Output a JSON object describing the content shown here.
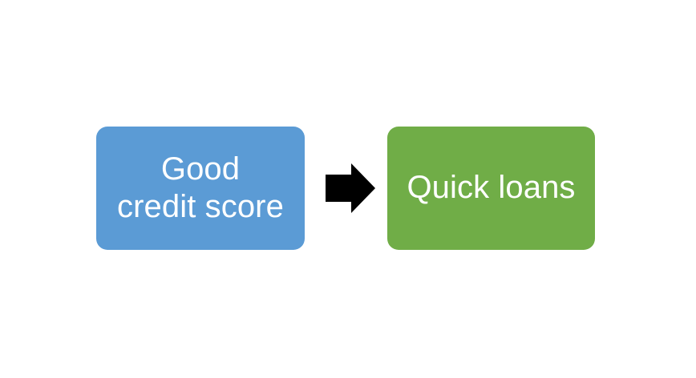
{
  "diagram": {
    "type": "flow",
    "background_color": "#FFFFFF",
    "nodes": [
      {
        "id": "good-credit-score",
        "label": "Good\ncredit score",
        "text_lines": [
          "Good",
          "credit score"
        ],
        "fill_color": "#5B9BD5",
        "text_color": "#FFFFFF",
        "shape": "rounded-rectangle"
      },
      {
        "id": "quick-loans",
        "label": "Quick loans",
        "text_lines": [
          "Quick loans"
        ],
        "fill_color": "#70AD47",
        "text_color": "#FFFFFF",
        "shape": "rounded-rectangle"
      }
    ],
    "connectors": [
      {
        "id": "arrow-right",
        "icon": "block-arrow-right-icon",
        "from": "good-credit-score",
        "to": "quick-loans",
        "color": "#000000",
        "direction": "right"
      }
    ]
  }
}
